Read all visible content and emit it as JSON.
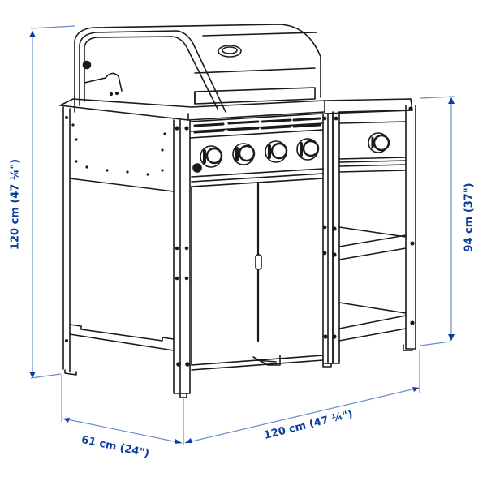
{
  "diagram": {
    "subject": "Outdoor gas grill with side cabinet",
    "colors": {
      "line": "#1a1a1a",
      "dimension_line": "#6b8cc7",
      "dimension_text": "#0a3f9c",
      "background": "#ffffff"
    },
    "dimensions": {
      "total_height": "120 cm (47 ¼\")",
      "counter_height": "94 cm (37\")",
      "depth": "61 cm (24\")",
      "width": "120 cm (47 ¼\")"
    },
    "components": {
      "burner_knobs": 4,
      "side_burner_knobs": 1,
      "cabinet_doors": 2,
      "open_shelves": 2
    }
  }
}
